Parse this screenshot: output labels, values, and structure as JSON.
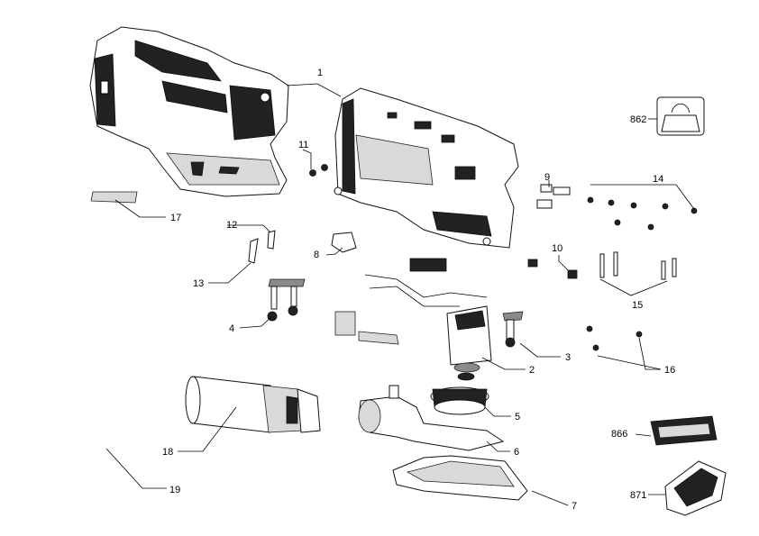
{
  "callouts": {
    "c1": "1",
    "c2": "2",
    "c3": "3",
    "c4": "4",
    "c5": "5",
    "c6": "6",
    "c7": "7",
    "c8": "8",
    "c9": "9",
    "c10": "10",
    "c11": "11",
    "c12": "12",
    "c13": "13",
    "c14": "14",
    "c15": "15",
    "c16": "16",
    "c17": "17",
    "c18": "18",
    "c19": "19",
    "c862": "862",
    "c866": "866",
    "c871": "871"
  }
}
